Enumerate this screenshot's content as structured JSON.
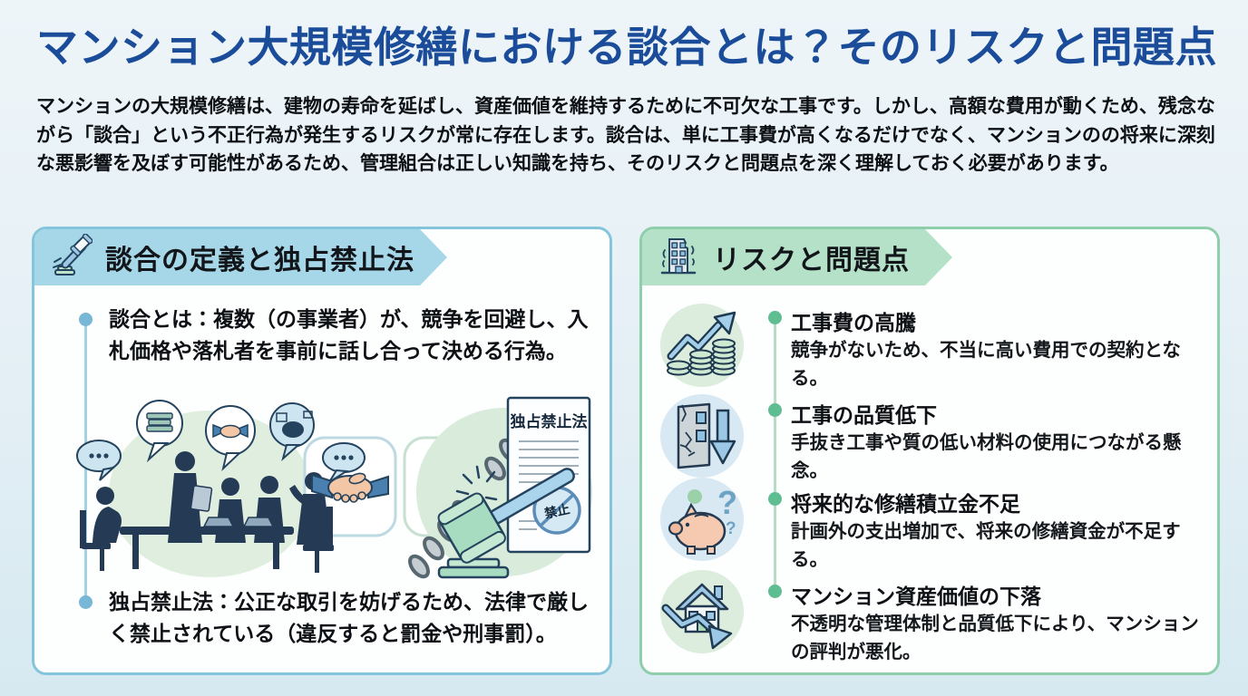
{
  "page": {
    "title": "マンション大規模修繕における談合とは？そのリスクと問題点",
    "intro": "マンションの大規模修繕は、建物の寿命を延ばし、資産価値を維持するために不可欠な工事です。しかし、高額な費用が動くため、残念ながら「談合」という不正行為が発生するリスクが常に存在します。談合は、単に工事費が高くなるだけでなく、マンションのの将来に深刻な悪影響を及ぼす可能性があるため、管理組合は正しい知識を持ち、そのリスクと問題点を深く理解しておく必要があります。"
  },
  "colors": {
    "title": "#1b4c9a",
    "background_top": "#eef5f9",
    "background_bottom": "#d6e9f1",
    "definition_banner": "#a6d7e8",
    "definition_border": "#85c5dc",
    "risk_banner": "#b4e1c8",
    "risk_border": "#8fceab",
    "text": "#0d1014"
  },
  "glyphs": {
    "question_big": "?",
    "question_small": "?"
  },
  "left_card": {
    "header": "談合の定義と独占禁止法",
    "header_icon": "gavel-icon",
    "bullets": [
      "談合とは：複数（の事業者）が、競争を回避し、入札価格や落札者を事前に話し合って決める行為。",
      "独占禁止法：公正な取引を妨げるため、法律で厳しく禁止されている（違反すると罰金や刑事罰）。"
    ],
    "illustration": {
      "name": "collusion-meeting-broken-chain-gavel-illustration",
      "document_title": "独占禁止法",
      "stamp_label": "禁止"
    }
  },
  "right_card": {
    "header": "リスクと問題点",
    "header_icon": "building-icon",
    "items": [
      {
        "icon": "cost-rise-icon",
        "title": "工事費の高騰",
        "desc": "競争がないため、不当に高い費用での契約となる。"
      },
      {
        "icon": "quality-decline-icon",
        "title": "工事の品質低下",
        "desc": "手抜き工事や質の低い材料の使用につながる懸念。"
      },
      {
        "icon": "piggy-bank-icon",
        "title": "将来的な修繕積立金不足",
        "desc": "計画外の支出増加で、将来の修繕資金が不足する。"
      },
      {
        "icon": "house-value-drop-icon",
        "title": "マンション資産価値の下落",
        "desc": "不透明な管理体制と品質低下により、マンションの評判が悪化。"
      }
    ]
  }
}
